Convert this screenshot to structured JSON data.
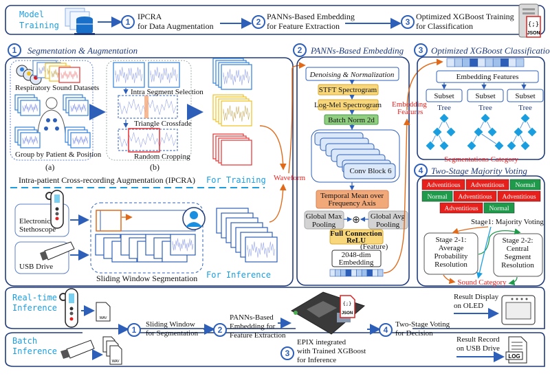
{
  "colors": {
    "frame": "#1f3a7a",
    "accent": "#2e5fb8",
    "cyan": "#1a9ee0",
    "red": "#e8201c",
    "orange": "#e06a1a",
    "green": "#1e9a4a",
    "yellow": "#f8d77a"
  },
  "top": {
    "label_line1": "Model",
    "label_line2": "Training",
    "steps": [
      {
        "num": "1",
        "line1": "IPCRA",
        "line2": "for Data Augmentation"
      },
      {
        "num": "2",
        "line1": "PANNs-Based Embedding",
        "line2": "for Feature Extraction"
      },
      {
        "num": "3",
        "line1": "Optimized XGBoost Training",
        "line2": "for Classification"
      }
    ],
    "json_badge": "JSON",
    "json_glyph": "{;}"
  },
  "seg": {
    "num": "1",
    "title": "Segmentation & Augmentation",
    "datasets": "Respiratory Sound Datasets",
    "group": "Group by Patient & Position",
    "intra": "Intra Segment Selection",
    "crossfade": "Triangle Crossfade",
    "crop": "Random Cropping",
    "label_a": "(a)",
    "label_b": "(b)",
    "caption": "Intra-patient Cross-recording Augmentation (IPCRA)",
    "for_training": "For Training",
    "stethoscope_line1": "Electronic",
    "stethoscope_line2": "Stethoscope",
    "usb": "USB Drive",
    "sliding": "Sliding Window Segmentation",
    "for_inference": "For Inference",
    "waveform": "Waveform"
  },
  "emb": {
    "num": "2",
    "title": "PANNs-Based  Embedding",
    "denoise": "Denoising & Normalization",
    "stft": "STFT Spectrogram",
    "logmel": "Log-Mel Spectrogram",
    "batchnorm": "Batch Norm 2d",
    "conv": "Conv Block 6",
    "temporal_line1": "Temporal Mean over",
    "temporal_line2": "Frequency Axis",
    "gmax_line1": "Global Max",
    "gmax_line2": "Pooling",
    "gavg_line1": "Global Avg",
    "gavg_line2": "Pooling",
    "plus": "⊕",
    "fc_line1": "Full Connection",
    "fc_line2": "ReLU",
    "feature": "(Feature)",
    "embed_line1": "2048-dim",
    "embed_line2": "Embedding",
    "emb_features_line1": "Embedding",
    "emb_features_line2": "Features"
  },
  "xgb": {
    "num": "3",
    "title": "Optimized XGBoost Classification",
    "features": "Embedding Features",
    "subsets": [
      "Subset",
      "Subset",
      "Subset"
    ],
    "trees": [
      "Tree",
      "Tree",
      "Tree"
    ],
    "category": "Segmentations Category"
  },
  "vote": {
    "num": "4",
    "title": "Two-Stage  Majority Voting",
    "labels": [
      "Adventitious",
      "Adventitious",
      "Adventitious",
      "Adventitious",
      "Adventitious",
      "Normal",
      "Normal",
      "Normal"
    ],
    "stage1": "Stage1: Majority Voting",
    "stage21": [
      "Stage 2-1:",
      "Average",
      "Probability",
      "Resolution"
    ],
    "stage22": [
      "Stage 2-2:",
      "Central",
      "Segment",
      "Resolution"
    ],
    "sound_category": "Sound Category"
  },
  "bottom": {
    "realtime_line1": "Real-time",
    "realtime_line2": "Inference",
    "batch_line1": "Batch",
    "batch_line2": "Inference",
    "wav": "WAV",
    "steps": [
      {
        "num": "1",
        "line1": "Sliding Window",
        "line2": "for Segmentation",
        "line3": ""
      },
      {
        "num": "2",
        "line1": "PANNs-Based",
        "line2": "Embedding for",
        "line3": "Feature Extraction"
      },
      {
        "num": "3",
        "line1": "EPIX integrated",
        "line2": "with Trained XGBoost",
        "line3": "for Inference"
      },
      {
        "num": "4",
        "line1": "Two-Stage Voting",
        "line2": "for Decision",
        "line3": ""
      }
    ],
    "json_badge": "JSON",
    "oled_line1": "Result Display",
    "oled_line2": "on OLED",
    "usb_line1": "Result Record",
    "usb_line2": "on USB Drive",
    "log": "LOG"
  }
}
